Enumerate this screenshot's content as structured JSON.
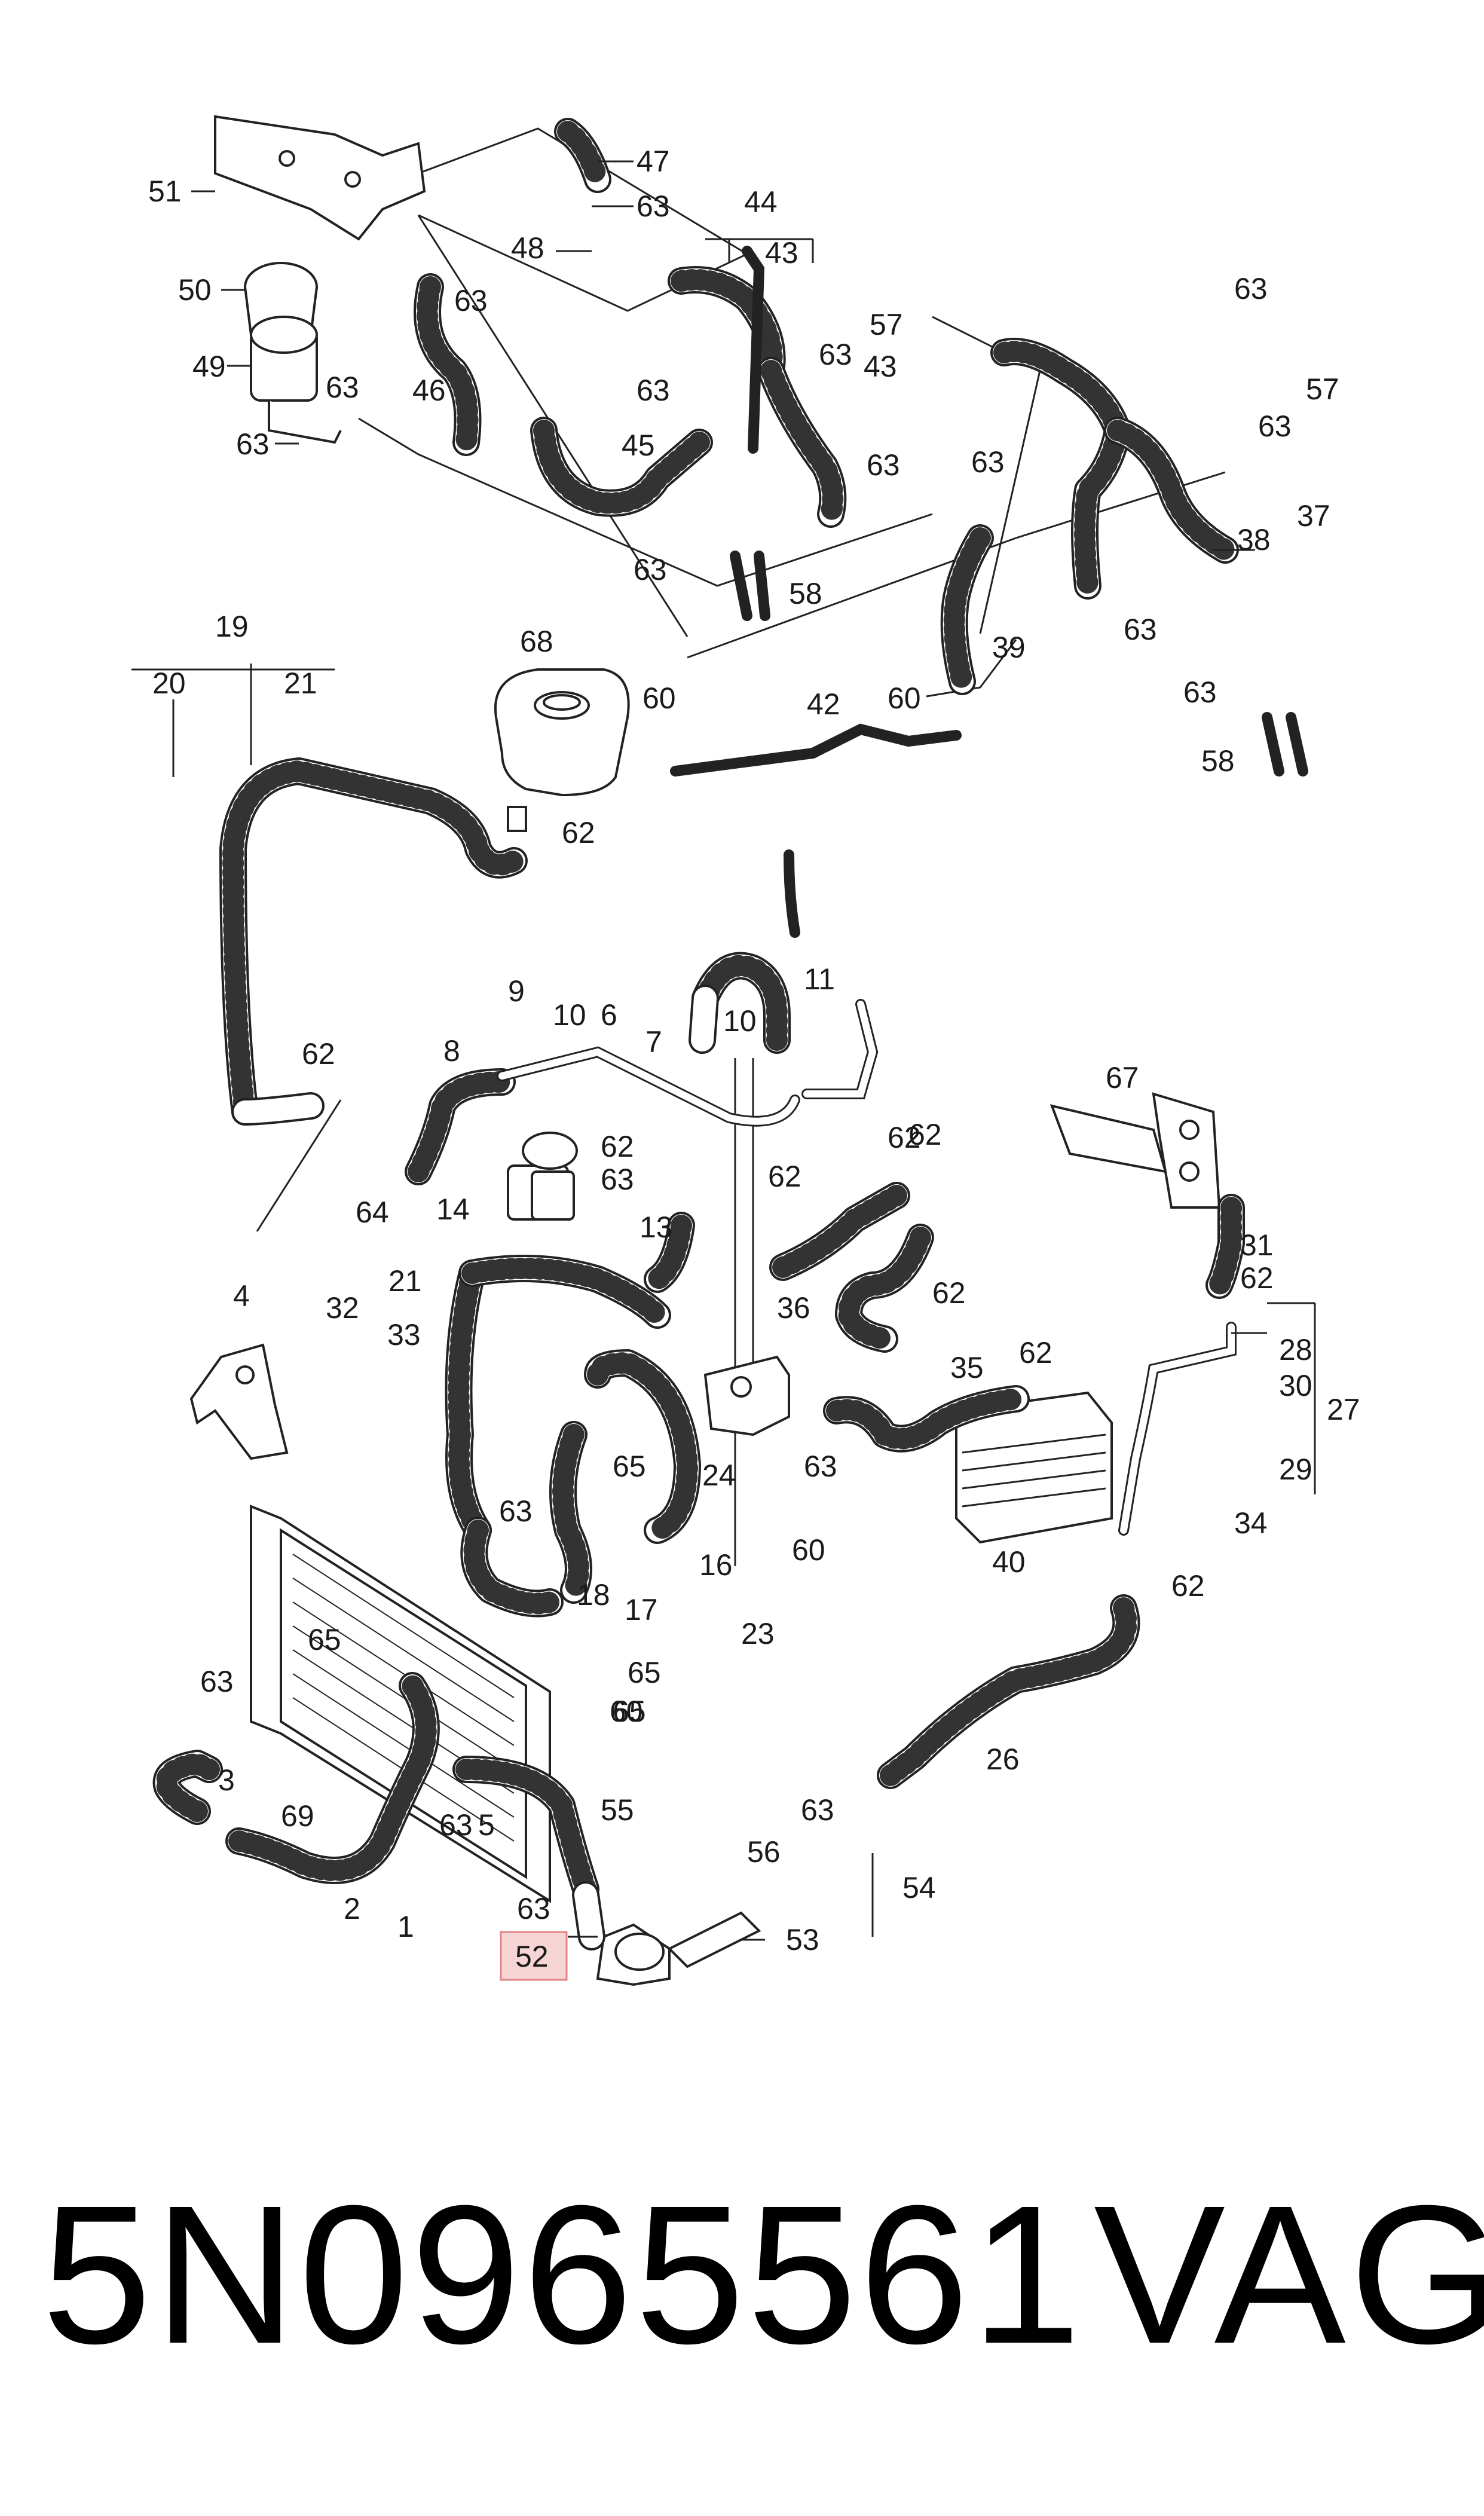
{
  "diagram": {
    "highlighted_callout": "52",
    "highlight_color": "#f4a9a9",
    "callouts": [
      "51",
      "47",
      "63",
      "44",
      "43",
      "48",
      "63",
      "57",
      "63",
      "50",
      "63",
      "46",
      "43",
      "49",
      "63",
      "45",
      "63",
      "57",
      "63",
      "63",
      "63",
      "63",
      "37",
      "38",
      "63",
      "58",
      "39",
      "63",
      "63",
      "58",
      "19",
      "68",
      "20",
      "21",
      "60",
      "42",
      "60",
      "62",
      "9",
      "10",
      "6",
      "11",
      "7",
      "10",
      "8",
      "62",
      "64",
      "14",
      "62",
      "63",
      "62",
      "62",
      "67",
      "13",
      "4",
      "21",
      "32",
      "33",
      "36",
      "62",
      "62",
      "31",
      "62",
      "35",
      "62",
      "28",
      "30",
      "27",
      "29",
      "65",
      "63",
      "24",
      "63",
      "16",
      "40",
      "34",
      "60",
      "18",
      "17",
      "65",
      "62",
      "23",
      "65",
      "63",
      "65",
      "60",
      "26",
      "3",
      "69",
      "63",
      "5",
      "55",
      "56",
      "63",
      "54",
      "63",
      "2",
      "1",
      "53",
      "52"
    ]
  },
  "footer": {
    "part_number": "5N0965561",
    "brand": "VAG"
  }
}
